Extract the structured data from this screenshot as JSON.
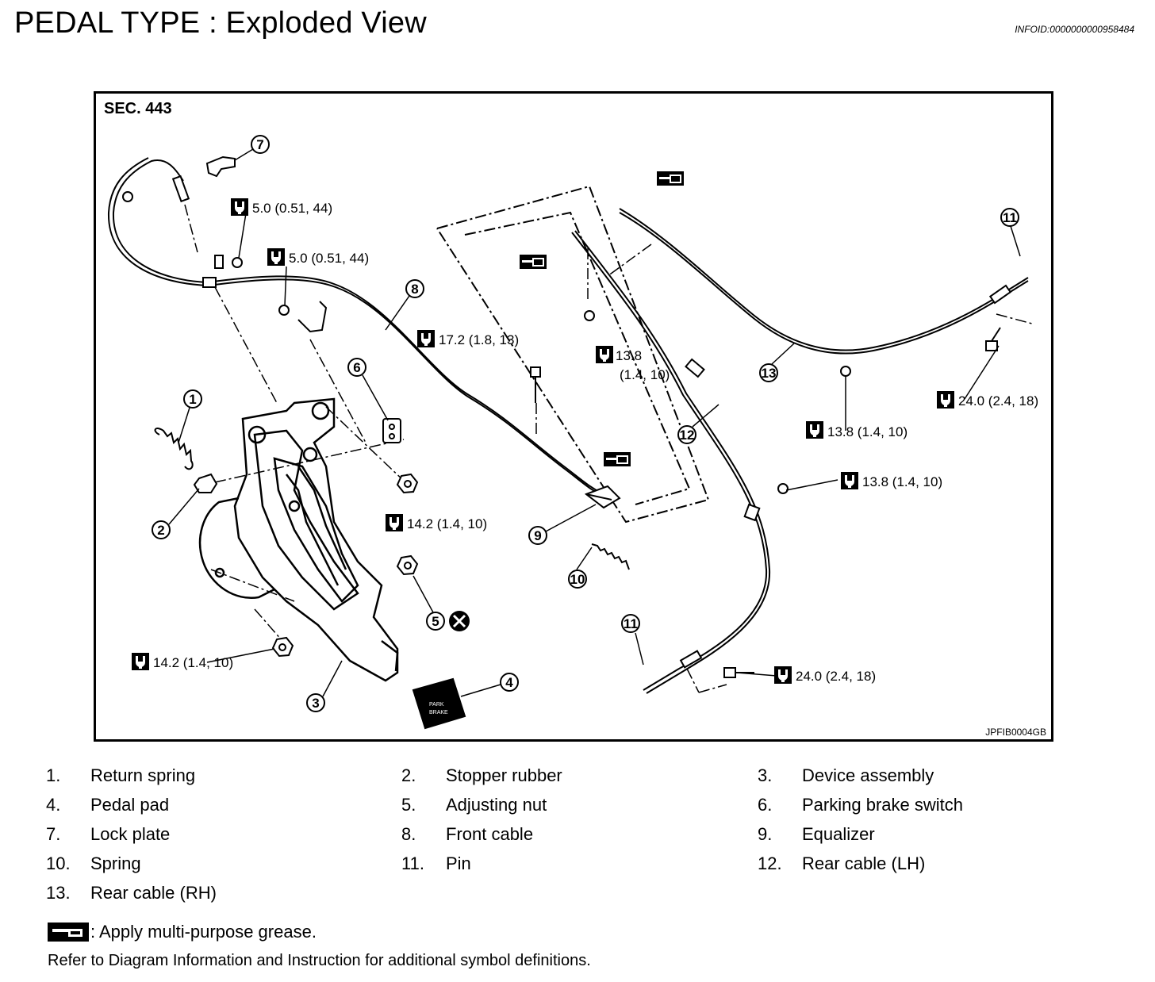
{
  "header": {
    "title": "PEDAL TYPE : Exploded View",
    "info_id": "INFOID:0000000000958484"
  },
  "figure": {
    "section": "SEC. 443",
    "figure_code": "JPFIB0004GB",
    "callouts": [
      "1",
      "2",
      "3",
      "4",
      "5",
      "6",
      "7",
      "8",
      "9",
      "10",
      "11",
      "11",
      "12",
      "13"
    ],
    "torques": [
      "5.0 (0.51, 44)",
      "5.0 (0.51, 44)",
      "17.2 (1.8, 13)",
      "13.8",
      "(1.4, 10)",
      "14.2 (1.4, 10)",
      "14.2 (1.4, 10)",
      "13.8 (1.4, 10)",
      "13.8 (1.4, 10)",
      "24.0 (2.4, 18)",
      "24.0 (2.4, 18)"
    ],
    "pedal_pad_text": [
      "PARK",
      "BRAKE"
    ]
  },
  "legend": [
    {
      "num": "1.",
      "name": "Return spring"
    },
    {
      "num": "2.",
      "name": "Stopper rubber"
    },
    {
      "num": "3.",
      "name": "Device assembly"
    },
    {
      "num": "4.",
      "name": "Pedal pad"
    },
    {
      "num": "5.",
      "name": "Adjusting nut"
    },
    {
      "num": "6.",
      "name": "Parking brake switch"
    },
    {
      "num": "7.",
      "name": "Lock plate"
    },
    {
      "num": "8.",
      "name": "Front cable"
    },
    {
      "num": "9.",
      "name": "Equalizer"
    },
    {
      "num": "10.",
      "name": "Spring"
    },
    {
      "num": "11.",
      "name": "Pin"
    },
    {
      "num": "12.",
      "name": "Rear cable (LH)"
    },
    {
      "num": "13.",
      "name": "Rear cable (RH)"
    }
  ],
  "notes": {
    "grease": ": Apply multi-purpose grease.",
    "refer": "Refer to Diagram Information and Instruction for additional symbol definitions."
  },
  "icons": {
    "grease": "grease-icon",
    "torque": "torque-wrench-icon",
    "replace": "do-not-reuse-icon"
  }
}
